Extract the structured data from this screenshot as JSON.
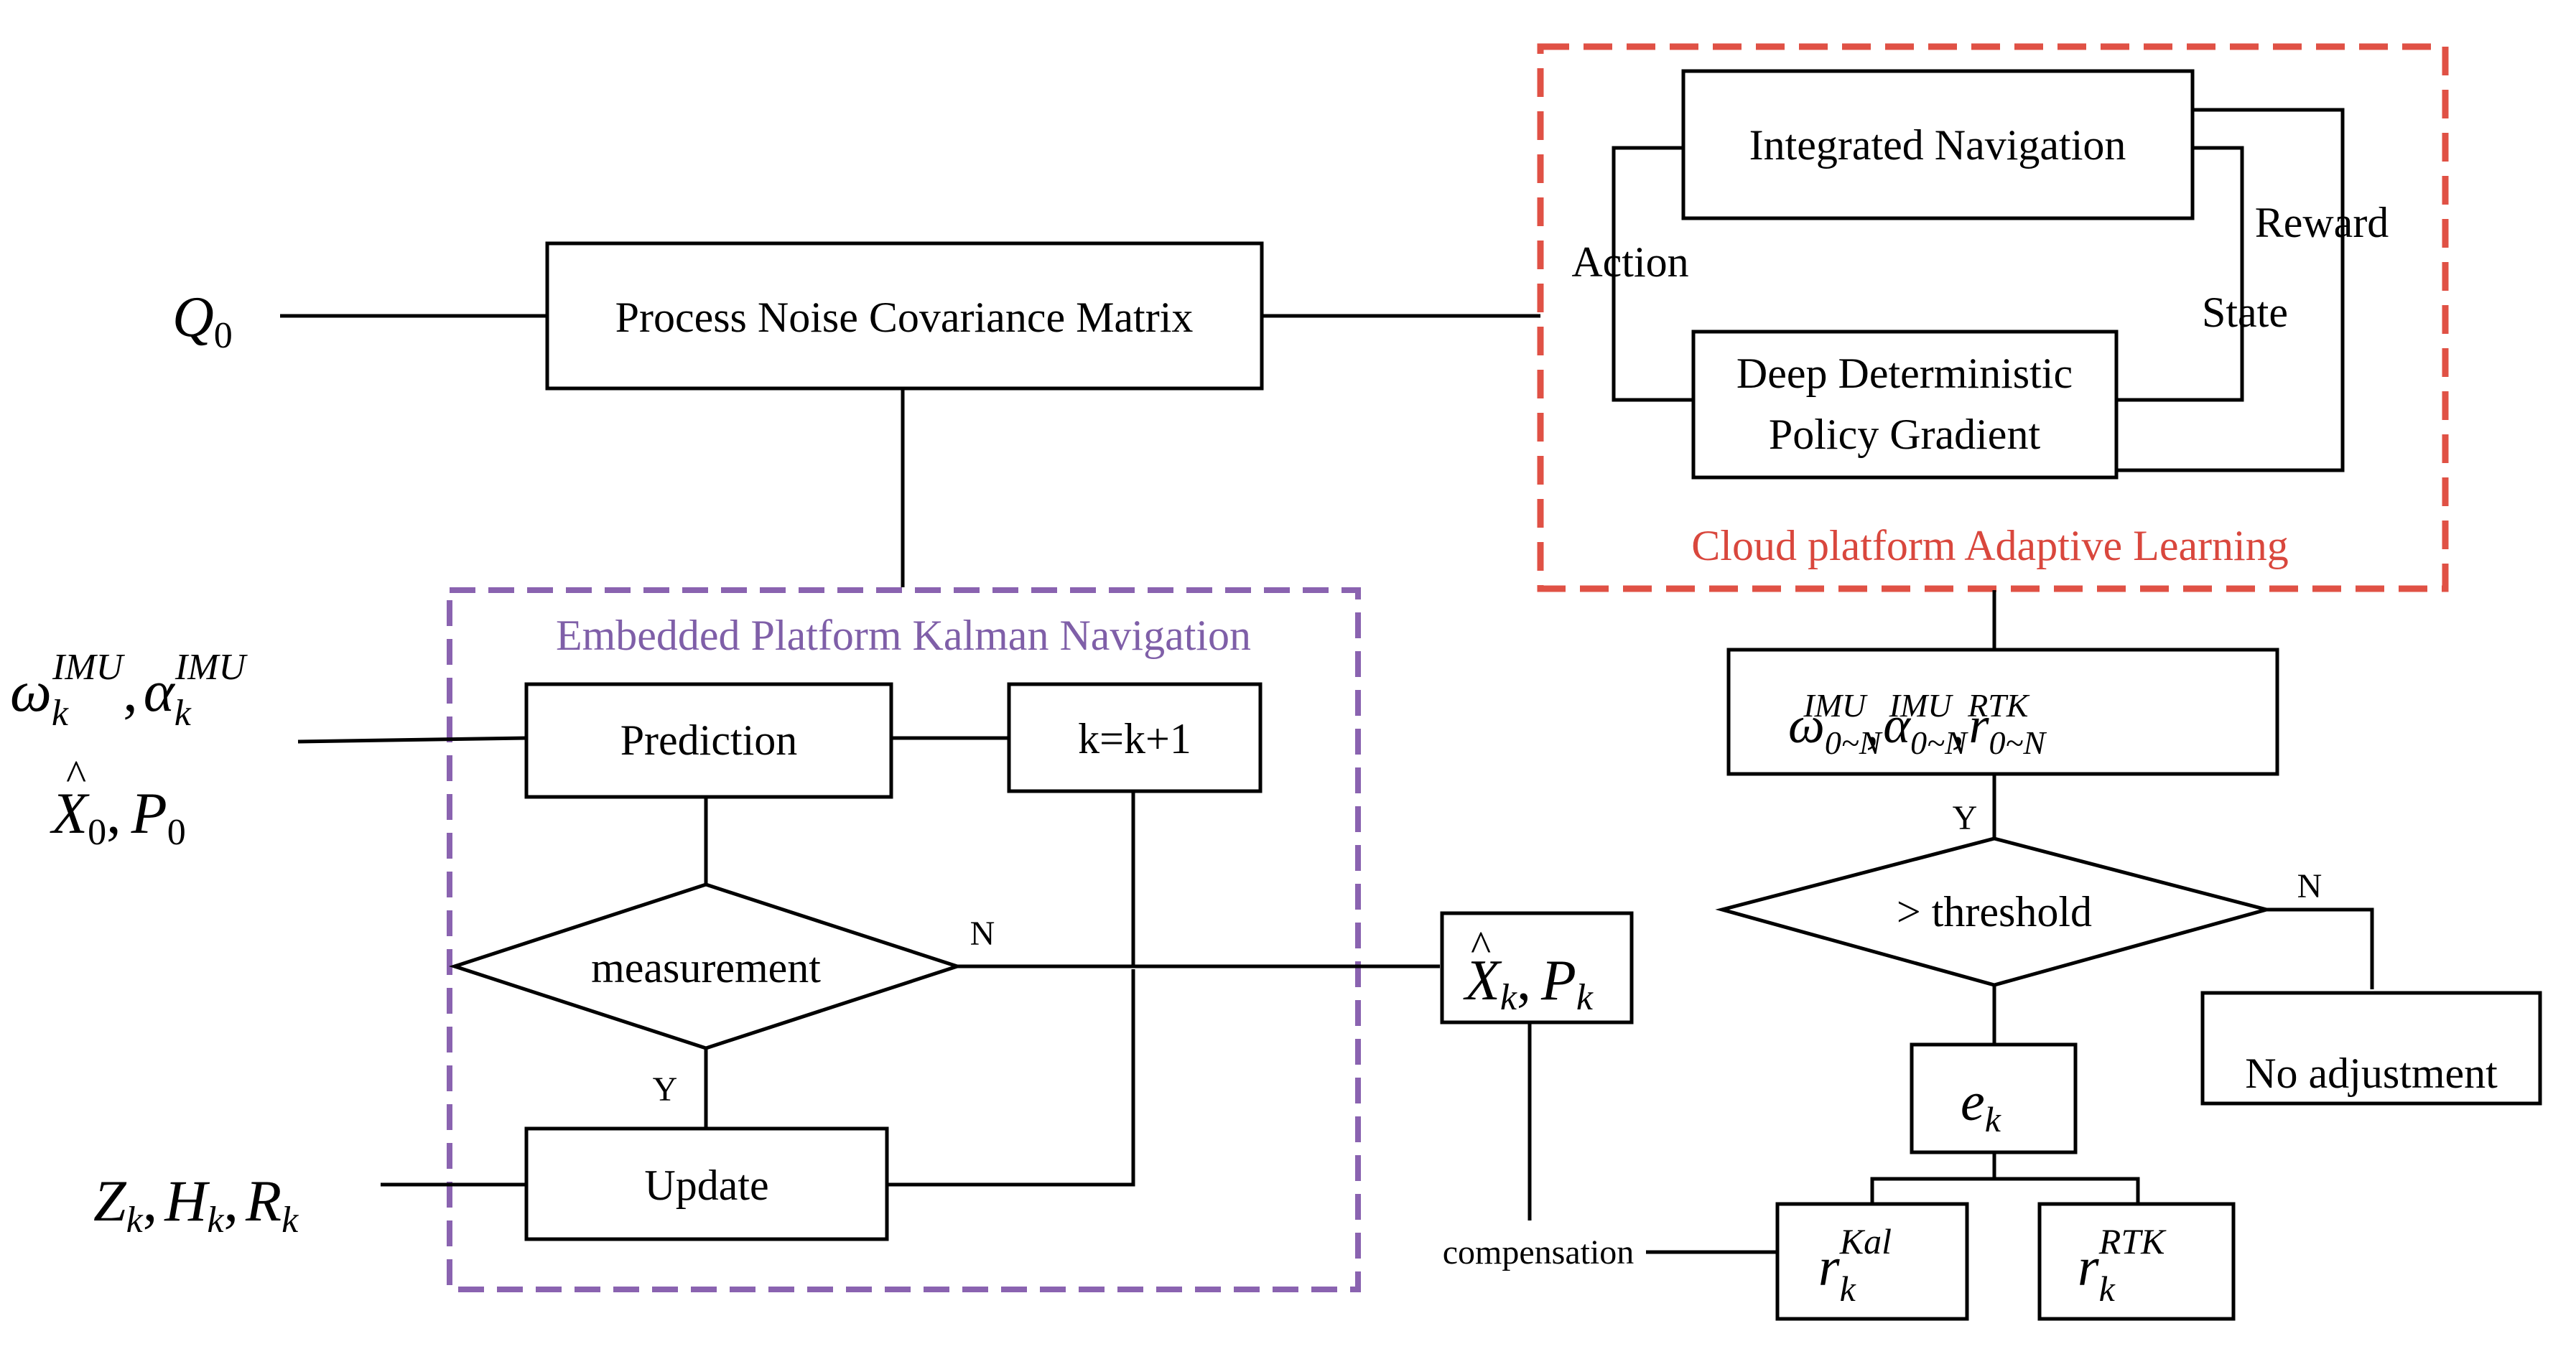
{
  "colors": {
    "kalman_region": "#8a63b0",
    "cloud_region": "#e05145",
    "line": "#000000",
    "background": "#ffffff"
  },
  "regions": {
    "kalman_title": "Embedded Platform Kalman Navigation",
    "cloud_title": "Cloud platform Adaptive Learning"
  },
  "inputs": {
    "q0": "Q",
    "q0_sub": "0",
    "omega": "ω",
    "omega_sub": "k",
    "omega_sup": "IMU",
    "alpha": "α",
    "alpha_sub": "k",
    "alpha_sup": "IMU",
    "x0": "X",
    "x0_sub": "0",
    "p0": "P",
    "p0_sub": "0",
    "z": "Z",
    "z_sub": "k",
    "h": "H",
    "h_sub": "k",
    "r": "R",
    "r_sub": "k",
    "comma": ","
  },
  "boxes": {
    "process_noise": "Process Noise Covariance Matrix",
    "prediction": "Prediction",
    "k_increment": "k=k+1",
    "measurement": "measurement",
    "update": "Update",
    "output_x": "X",
    "output_x_sub": "k",
    "output_p": "P",
    "output_p_sub": "k",
    "integrated_navigation": "Integrated Navigation",
    "ddpg_line1": "Deep Deterministic",
    "ddpg_line2": "Policy Gradient",
    "data_omega": "ω",
    "data_alpha": "α",
    "data_r": "r",
    "data_sub": "0~N",
    "data_sup_imu": "IMU",
    "data_sup_rtk": "RTK",
    "threshold": "> threshold",
    "no_adjustment": "No adjustment",
    "error_e": "e",
    "error_sub": "k",
    "r_kal": "r",
    "r_kal_sub": "k",
    "r_kal_sup": "Kal",
    "r_rtk": "r",
    "r_rtk_sub": "k",
    "r_rtk_sup": "RTK"
  },
  "labels": {
    "n_measurement": "N",
    "y_measurement": "Y",
    "y_threshold": "Y",
    "n_threshold": "N",
    "compensation": "compensation",
    "action": "Action",
    "state": "State",
    "reward": "Reward"
  }
}
